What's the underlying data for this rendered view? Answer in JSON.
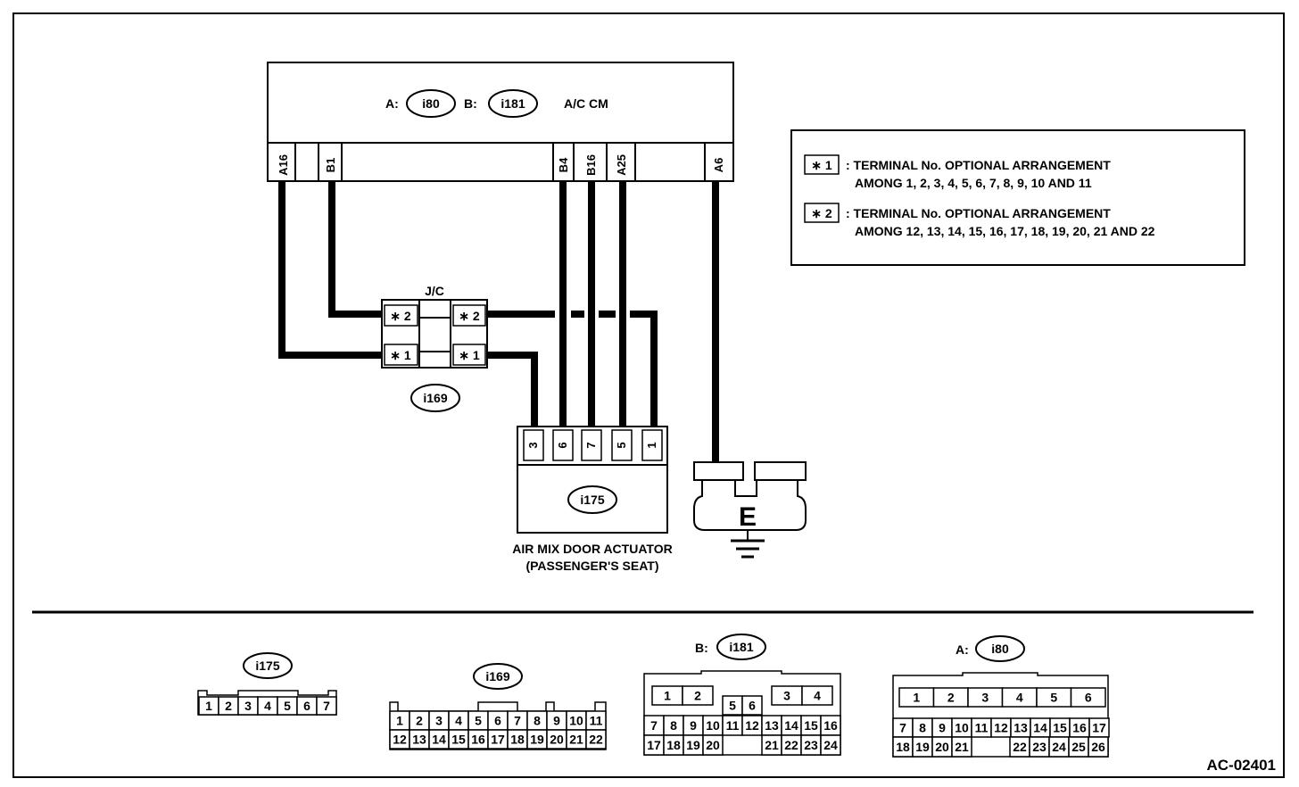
{
  "ecu": {
    "prefix_a": "A:",
    "conn_a": "i80",
    "prefix_b": "B:",
    "conn_b": "i181",
    "name": "A/C CM",
    "pins": [
      "A16",
      "B1",
      "B4",
      "B16",
      "A25",
      "A6"
    ]
  },
  "legend": {
    "star1": "∗ 1",
    "star1_text": ": TERMINAL No. OPTIONAL ARRANGEMENT",
    "star1_sub": "AMONG 1, 2, 3, 4, 5, 6, 7, 8, 9, 10 AND 11",
    "star2": "∗ 2",
    "star2_text": ": TERMINAL No. OPTIONAL ARRANGEMENT",
    "star2_sub": "AMONG 12, 13, 14, 15, 16, 17, 18, 19, 20, 21 AND 22"
  },
  "jc": {
    "label": "J/C",
    "conn": "i169",
    "t2": "∗ 2",
    "t1": "∗ 1"
  },
  "actuator": {
    "conn": "i175",
    "pins": [
      "3",
      "6",
      "7",
      "5",
      "1"
    ],
    "name_line1": "AIR MIX DOOR ACTUATOR",
    "name_line2": "(PASSENGER'S SEAT)"
  },
  "ground": {
    "label": "E"
  },
  "connectors": {
    "i175": {
      "label": "i175",
      "row1": [
        "1",
        "2",
        "3",
        "4",
        "5",
        "6",
        "7"
      ]
    },
    "i169": {
      "label": "i169",
      "row1": [
        "1",
        "2",
        "3",
        "4",
        "5",
        "6",
        "7",
        "8",
        "9",
        "10",
        "11"
      ],
      "row2": [
        "12",
        "13",
        "14",
        "15",
        "16",
        "17",
        "18",
        "19",
        "20",
        "21",
        "22"
      ]
    },
    "i181": {
      "prefix": "B:",
      "label": "i181",
      "top": [
        "1",
        "2",
        "5",
        "6",
        "3",
        "4"
      ],
      "row1": [
        "7",
        "8",
        "9",
        "10",
        "11",
        "12",
        "13",
        "14",
        "15",
        "16"
      ],
      "row2": [
        "17",
        "18",
        "19",
        "20",
        "21",
        "22",
        "23",
        "24"
      ]
    },
    "i80": {
      "prefix": "A:",
      "label": "i80",
      "top": [
        "1",
        "2",
        "3",
        "4",
        "5",
        "6"
      ],
      "row1": [
        "7",
        "8",
        "9",
        "10",
        "11",
        "12",
        "13",
        "14",
        "15",
        "16",
        "17"
      ],
      "row2": [
        "18",
        "19",
        "20",
        "21",
        "22",
        "23",
        "24",
        "25",
        "26"
      ]
    }
  },
  "figure_id": "AC-02401"
}
